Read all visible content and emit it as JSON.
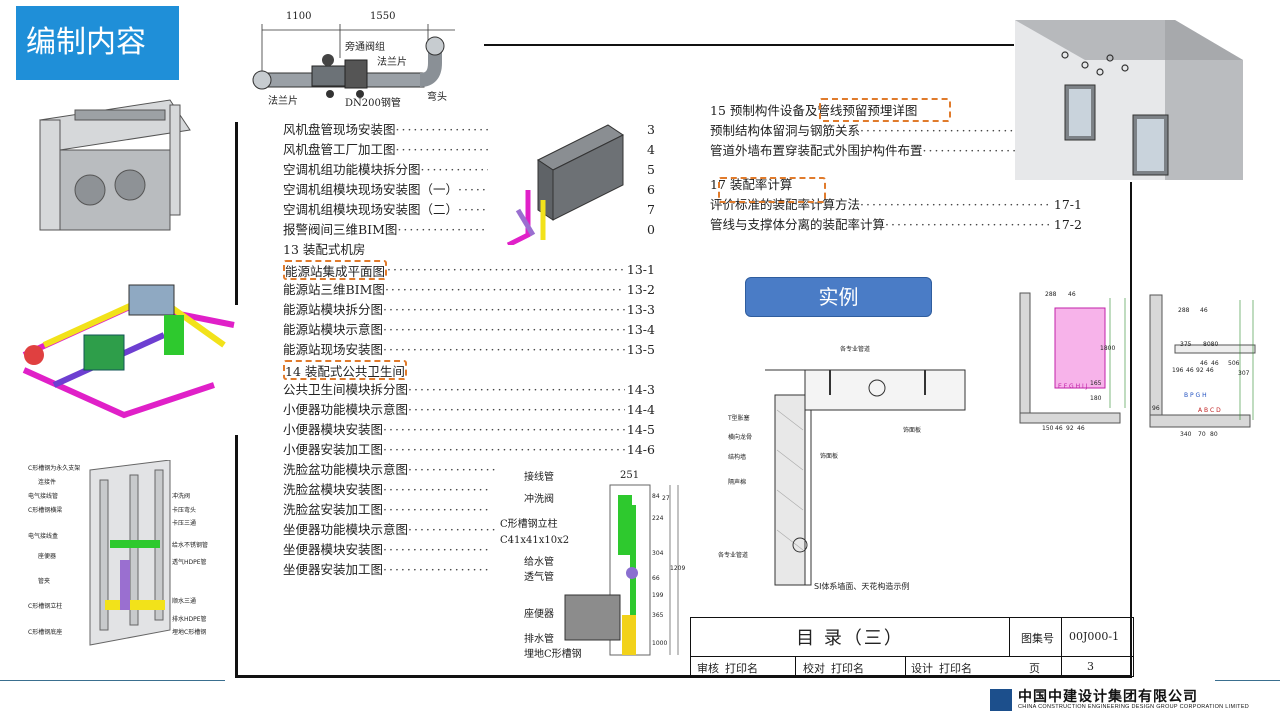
{
  "badge": "编制内容",
  "toc_left": [
    {
      "title": "风机盘管现场安装图",
      "page": "3"
    },
    {
      "title": "风机盘管工厂加工图",
      "page": "4"
    },
    {
      "title": "空调机组功能模块拆分图",
      "page": "5"
    },
    {
      "title": "空调机组模块现场安装图（一）",
      "page": "6"
    },
    {
      "title": "空调机组模块现场安装图（二）",
      "page": "7"
    },
    {
      "title": "报警阀间三维BIM图",
      "page": "0"
    },
    {
      "title": "13  装配式机房",
      "page": ""
    },
    {
      "title": "能源站集成平面图",
      "page": "13-1"
    },
    {
      "title": "能源站三维BIM图",
      "page": "13-2"
    },
    {
      "title": "能源站模块拆分图",
      "page": "13-3"
    },
    {
      "title": "能源站模块示意图",
      "page": "13-4"
    },
    {
      "title": "能源站现场安装图",
      "page": "13-5"
    },
    {
      "title": "14  装配式公共卫生间",
      "page": ""
    },
    {
      "title": "公共卫生间模块拆分图",
      "page": "14-3"
    },
    {
      "title": "小便器功能模块示意图",
      "page": "14-4"
    },
    {
      "title": "小便器模块安装图",
      "page": "14-5"
    },
    {
      "title": "小便器安装加工图",
      "page": "14-6"
    },
    {
      "title": "洗脸盆功能模块示意图",
      "page": ""
    },
    {
      "title": "洗脸盆模块安装图",
      "page": ""
    },
    {
      "title": "洗脸盆安装加工图",
      "page": ""
    },
    {
      "title": "坐便器功能模块示意图",
      "page": ""
    },
    {
      "title": "坐便器模块安装图",
      "page": ""
    },
    {
      "title": "坐便器安装加工图",
      "page": ""
    }
  ],
  "toc_right": [
    {
      "title": "15  预制构件设备及管线预留预埋详图",
      "page": ""
    },
    {
      "title": "预制结构体留洞与钢筋关系",
      "page": ""
    },
    {
      "title": "管道外墙布置穿装配式外围护构件布置",
      "page": ""
    },
    {
      "title": "17  装配率计算",
      "page": ""
    },
    {
      "title": "评价标准的装配率计算方法",
      "page": "17-1"
    },
    {
      "title": "管线与支撑体分离的装配率计算",
      "page": "17-2"
    }
  ],
  "example_button": "实例",
  "title_block": {
    "title": "目  录（三）",
    "atlas_label": "图集号",
    "atlas_no": "00J000-1",
    "review_label": "审核",
    "review_val": "打印名",
    "check_label": "校对",
    "check_val": "打印名",
    "design_label": "设计",
    "design_val": "打印名",
    "page_label": "页",
    "page_val": "3"
  },
  "pipe_drawing": {
    "dim1": "1100",
    "dim2": "1550",
    "label_bypass": "旁通阀组",
    "label_flange_r": "法兰片",
    "label_flange_l": "法兰片",
    "label_pipe": "DN200钢管",
    "label_elbow": "弯头"
  },
  "toilet_drawing": {
    "labels": [
      "接线管",
      "冲洗阀",
      "C形槽钢立柱",
      "C41x41x10x2",
      "给水管",
      "透气管",
      "座便器",
      "排水管",
      "埋地C形槽钢"
    ],
    "dims": [
      "251",
      "84",
      "224",
      "304",
      "1209",
      "27",
      "66",
      "199",
      "365",
      "1000"
    ]
  },
  "wall_section": {
    "caption": "SI体系墙面、天花构造示例",
    "labels": [
      "各专业管道",
      "T型胀塞",
      "横向龙骨",
      "结构墙",
      "隔声棉",
      "饰面板",
      "饰面板",
      "各专业管道"
    ]
  },
  "frame_left_labels": [
    "C形槽钢为永久支架",
    "连接件",
    "电气接线管",
    "C形槽钢横梁",
    "电气接线盒",
    "座便器",
    "管夹",
    "C形槽钢立柱",
    "C形槽钢底座",
    "冲洗阀",
    "卡压弯头",
    "卡压三通",
    "给水不锈钢管",
    "透气HDPE管",
    "顺水三通",
    "排水HDPE管",
    "埋地C形槽钢"
  ],
  "plan1_dims": [
    "288",
    "46",
    "1800",
    "150",
    "46",
    "92",
    "46",
    "180",
    "165"
  ],
  "plan1_labels": [
    "E F G H I J"
  ],
  "plan2_dims": [
    "288",
    "46",
    "375",
    "8080",
    "196",
    "46",
    "92",
    "46",
    "46",
    "46",
    "506",
    "307",
    "340",
    "70",
    "80",
    "96"
  ],
  "plan2_labels": [
    "A B C D",
    "B P G H"
  ],
  "company_cn": "中国中建设计集团有限公司",
  "company_en": "CHINA CONSTRUCTION ENGINEERING DESIGN GROUP CORPORATION LIMITED",
  "colors": {
    "badge": "#1f8fd8",
    "dashed_highlight": "#e07b2c",
    "button": "#4a7cc6",
    "pipe_magenta": "#e020c8",
    "pipe_yellow": "#f2e21a",
    "pipe_green": "#2ec92e"
  }
}
